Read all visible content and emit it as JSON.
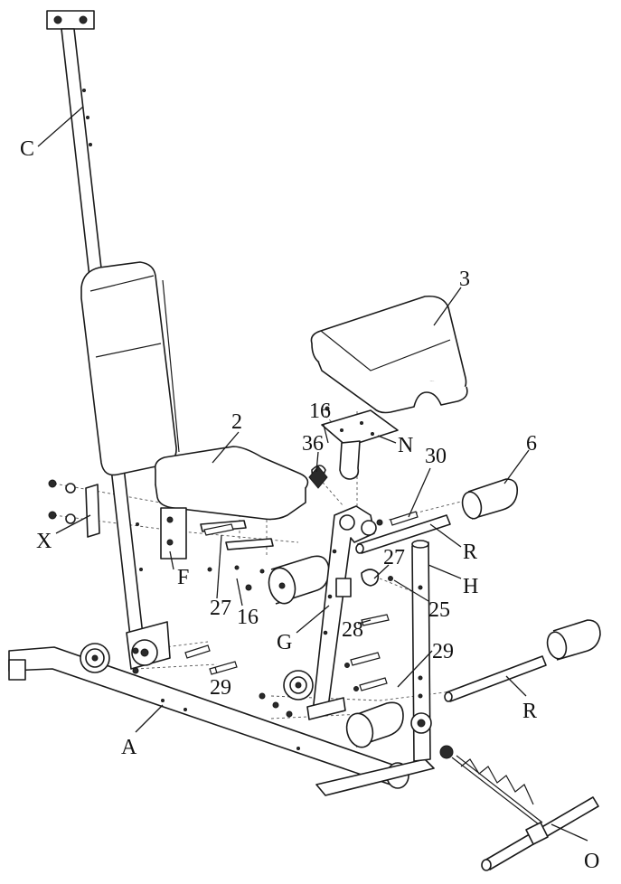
{
  "colors": {
    "line": "#1a1a1a",
    "guide": "#555555",
    "background": "#ffffff"
  },
  "labels": {
    "C": "C",
    "3": "3",
    "16a": "16",
    "2": "2",
    "36": "36",
    "N": "N",
    "30": "30",
    "6": "6",
    "X": "X",
    "R1": "R",
    "H": "H",
    "27a": "27",
    "F": "F",
    "27b": "27",
    "16b": "16",
    "G": "G",
    "25": "25",
    "28": "28",
    "29a": "29",
    "29b": "29",
    "R2": "R",
    "A": "A",
    "O": "O"
  }
}
